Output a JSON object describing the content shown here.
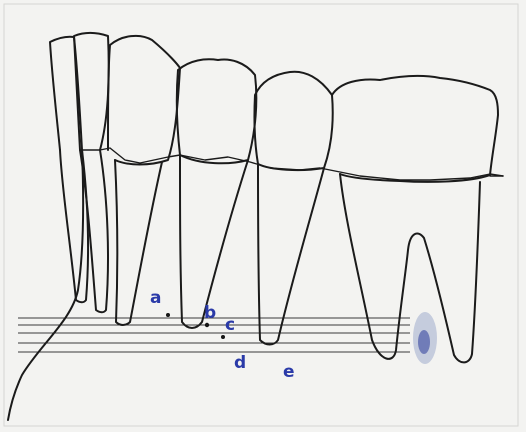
{
  "points": [
    {
      "id": "a",
      "label": "a"
    },
    {
      "id": "b",
      "label": "b"
    },
    {
      "id": "c",
      "label": "c"
    },
    {
      "id": "d",
      "label": "d"
    },
    {
      "id": "e",
      "label": "e"
    }
  ],
  "colors": {
    "ink": "#1b1b1b",
    "annotation": "#2a3aa8",
    "paper": "#f3f3f1",
    "marker": "#c5ccdd"
  }
}
